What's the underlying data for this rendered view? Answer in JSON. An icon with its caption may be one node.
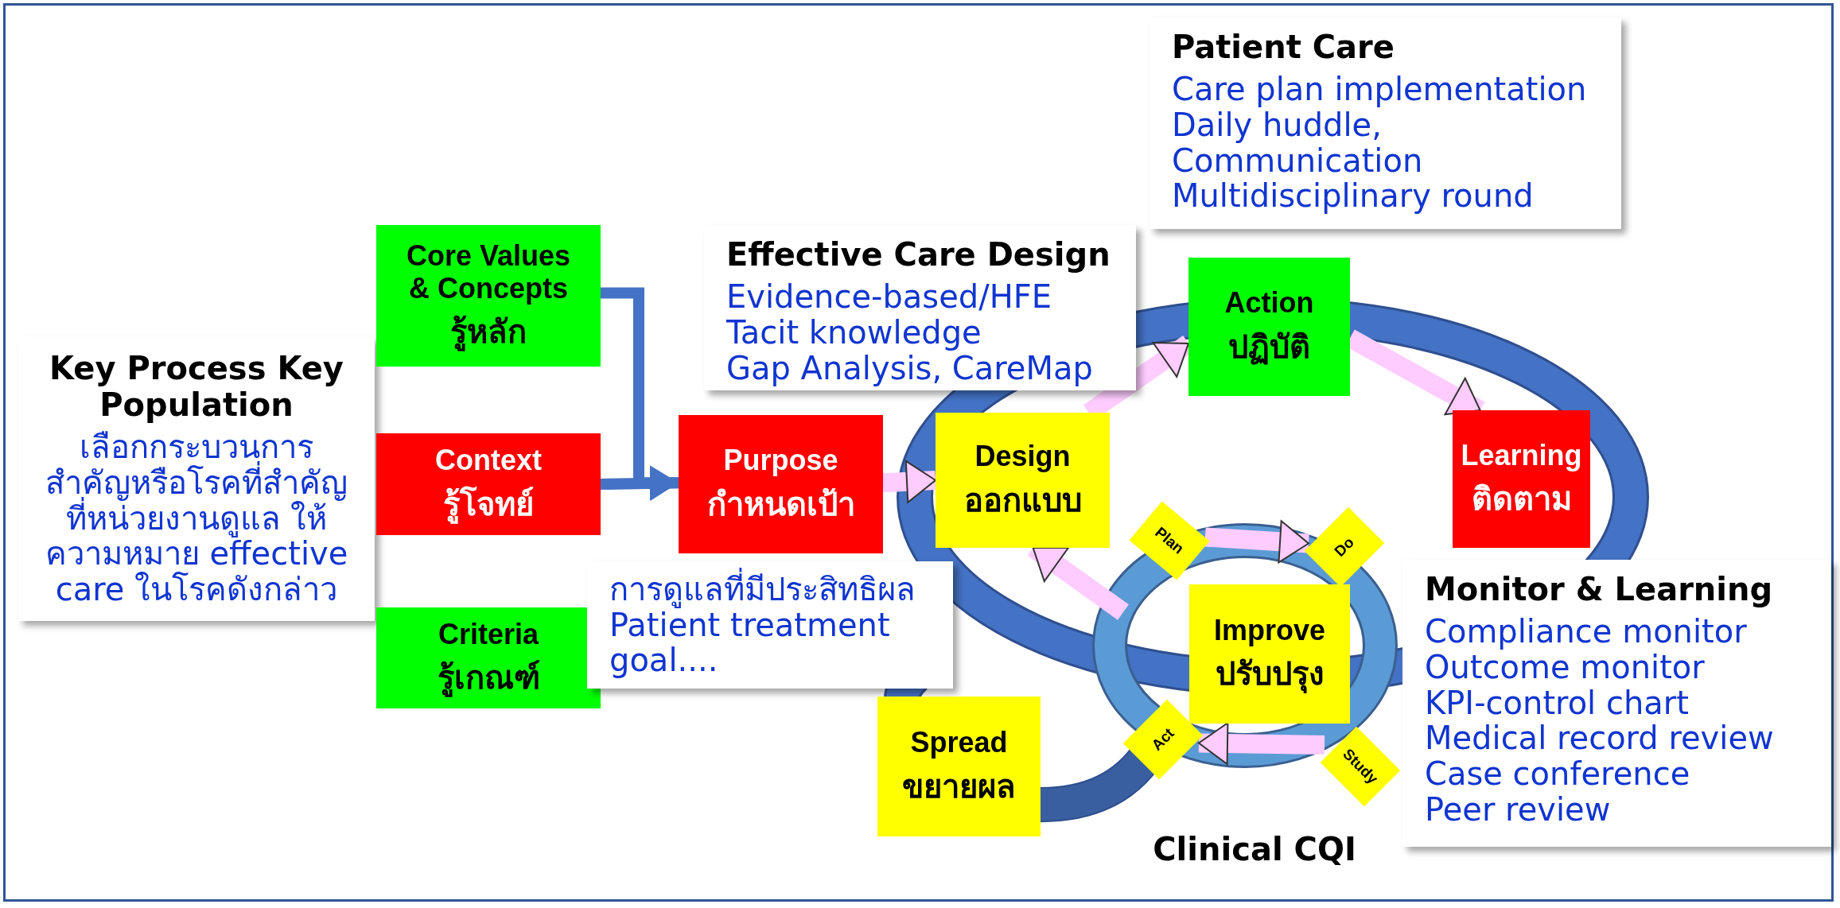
{
  "diagram": {
    "nodes": [
      {
        "text": [
          "Key Process Key Population",
          "เลือกกระบวนการสำคัญหรือโรคที่สำคัญที่หน่วยงานดูแล ให้ความหมาย effective care ในโรคดังกล่าว"
        ]
      },
      {
        "text": [
          "Core Values & Concepts",
          "รู้หลัก"
        ]
      },
      {
        "text": [
          "Context",
          "รู้โจทย์"
        ]
      },
      {
        "text": [
          "Criteria",
          "รู้เกณฑ์"
        ]
      },
      {
        "text": [
          "Purpose",
          "กำหนดเป้า"
        ]
      },
      {
        "text": [
          "การดูแลที่มีประสิทธิผล",
          "Patient treatment goal...."
        ]
      },
      {
        "text": [
          "Effective Care Design",
          "Evidence-based/HFE",
          "Tacit knowledge",
          "Gap Analysis, CareMap"
        ]
      },
      {
        "text": [
          "Design",
          "ออกแบบ"
        ]
      },
      {
        "text": [
          "Patient Care",
          "Care plan implementation",
          "Daily huddle, Communication",
          "Multidisciplinary round"
        ]
      },
      {
        "text": [
          "Action",
          "ปฏิบัติ"
        ]
      },
      {
        "text": [
          "Learning",
          "ติดตาม"
        ]
      },
      {
        "text": [
          "Plan"
        ]
      },
      {
        "text": [
          "Do"
        ]
      },
      {
        "text": [
          "Improve",
          "ปรับปรุง"
        ]
      },
      {
        "text": [
          "Act"
        ]
      },
      {
        "text": [
          "Study"
        ]
      },
      {
        "text": [
          "Spread",
          "ขยายผล"
        ]
      },
      {
        "text": [
          "Monitor & Learning",
          "Compliance monitor",
          "Outcome monitor",
          "KPI-control chart",
          "Medical record review",
          "Case conference",
          "Peer review"
        ]
      }
    ],
    "edges": [
      {
        "from": 1,
        "to": 4,
        "arrow": "to",
        "color": "#4472c4"
      },
      {
        "from": 2,
        "to": 4,
        "arrow": "to",
        "color": "#4472c4"
      },
      {
        "from": 4,
        "to": 7,
        "arrow": "to"
      },
      {
        "from": 7,
        "to": 9,
        "arrow": "to"
      },
      {
        "from": 9,
        "to": 10,
        "arrow": "to"
      },
      {
        "from": null,
        "to": 7,
        "arrow": "to"
      },
      {
        "from": 11,
        "to": 12,
        "arrow": "to"
      },
      {
        "from": 15,
        "to": 14,
        "arrow": "to"
      }
    ],
    "labels": [
      "Clinical CQI"
    ]
  }
}
